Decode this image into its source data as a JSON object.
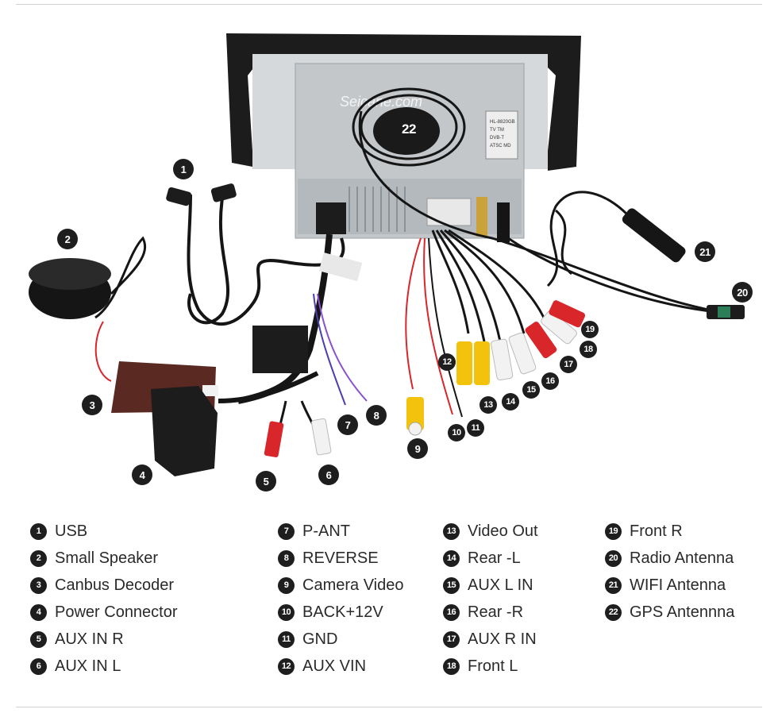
{
  "watermark": "Seicane.com",
  "unit_labels": [
    "HL-8820GB",
    "TV  TM",
    "DVB-T",
    "ATSC MD"
  ],
  "legend": [
    {
      "n": "1",
      "label": "USB"
    },
    {
      "n": "2",
      "label": "Small Speaker"
    },
    {
      "n": "3",
      "label": "Canbus Decoder"
    },
    {
      "n": "4",
      "label": "Power Connector"
    },
    {
      "n": "5",
      "label": "AUX IN R"
    },
    {
      "n": "6",
      "label": "AUX IN L"
    },
    {
      "n": "7",
      "label": "P-ANT"
    },
    {
      "n": "8",
      "label": "REVERSE"
    },
    {
      "n": "9",
      "label": "Camera Video"
    },
    {
      "n": "10",
      "label": "BACK+12V"
    },
    {
      "n": "11",
      "label": "GND"
    },
    {
      "n": "12",
      "label": "AUX VIN"
    },
    {
      "n": "13",
      "label": "Video Out"
    },
    {
      "n": "14",
      "label": "Rear -L"
    },
    {
      "n": "15",
      "label": "AUX L IN"
    },
    {
      "n": "16",
      "label": "Rear -R"
    },
    {
      "n": "17",
      "label": "AUX R IN"
    },
    {
      "n": "18",
      "label": "Front L"
    },
    {
      "n": "19",
      "label": "Front R"
    },
    {
      "n": "20",
      "label": "Radio Antenna"
    },
    {
      "n": "21",
      "label": "WIFI Antenna"
    },
    {
      "n": "22",
      "label": "GPS Antennna"
    }
  ],
  "colors": {
    "frame": "#1c1c1c",
    "unit": "#c9cdd0",
    "cable": "#151515",
    "rca_red": "#d9262a",
    "rca_white": "#f2f2f2",
    "rca_yellow": "#f2c20c",
    "decoder": "#5a2a22",
    "gold": "#c9a23a"
  }
}
